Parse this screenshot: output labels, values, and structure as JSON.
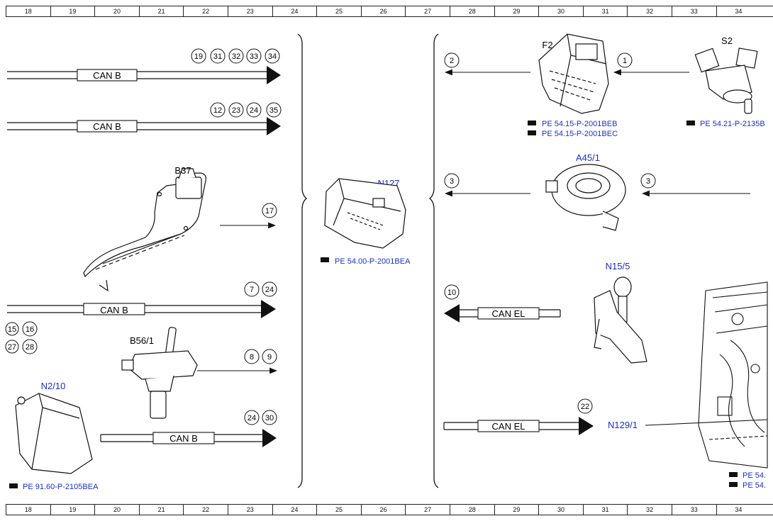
{
  "ruler": [
    "18",
    "19",
    "20",
    "21",
    "22",
    "23",
    "24",
    "25",
    "26",
    "27",
    "28",
    "29",
    "30",
    "31",
    "32",
    "33",
    "34"
  ],
  "bus": {
    "can_b": "CAN B",
    "can_el": "CAN EL"
  },
  "components": {
    "b37": "B37",
    "b56_1": "B56/1",
    "n2_10": "N2/10",
    "n127": "N127",
    "f2": "F2",
    "s2": "S2",
    "a45_1": "A45/1",
    "n15_5": "N15/5",
    "n129_1": "N129/1"
  },
  "refs": {
    "n2_10": "PE 91.60-P-2105BEA",
    "n127": "PE 54.00-P-2001BEA",
    "f2_a": "PE 54.15-P-2001BEB",
    "f2_b": "PE 54.15-P-2001BEC",
    "s2": "PE 54.21-P-2135B",
    "n129_a": "PE 54.",
    "n129_b": "PE 54."
  },
  "circles": {
    "row1": [
      "19",
      "31",
      "32",
      "33",
      "34"
    ],
    "row2": [
      "12",
      "23",
      "24",
      "35"
    ],
    "b37": [
      "17"
    ],
    "row4": [
      "7",
      "24"
    ],
    "side_a": [
      "15",
      "16"
    ],
    "side_b": [
      "27",
      "28"
    ],
    "b56": [
      "8",
      "9"
    ],
    "n2": [
      "24",
      "30"
    ],
    "f2_out": "2",
    "f2_in": "1",
    "a45_out": "3",
    "a45_in": "3",
    "n15_out": "10",
    "n129_out": "22"
  },
  "colors": {
    "line": "#111111",
    "link": "#1a2fd0"
  }
}
